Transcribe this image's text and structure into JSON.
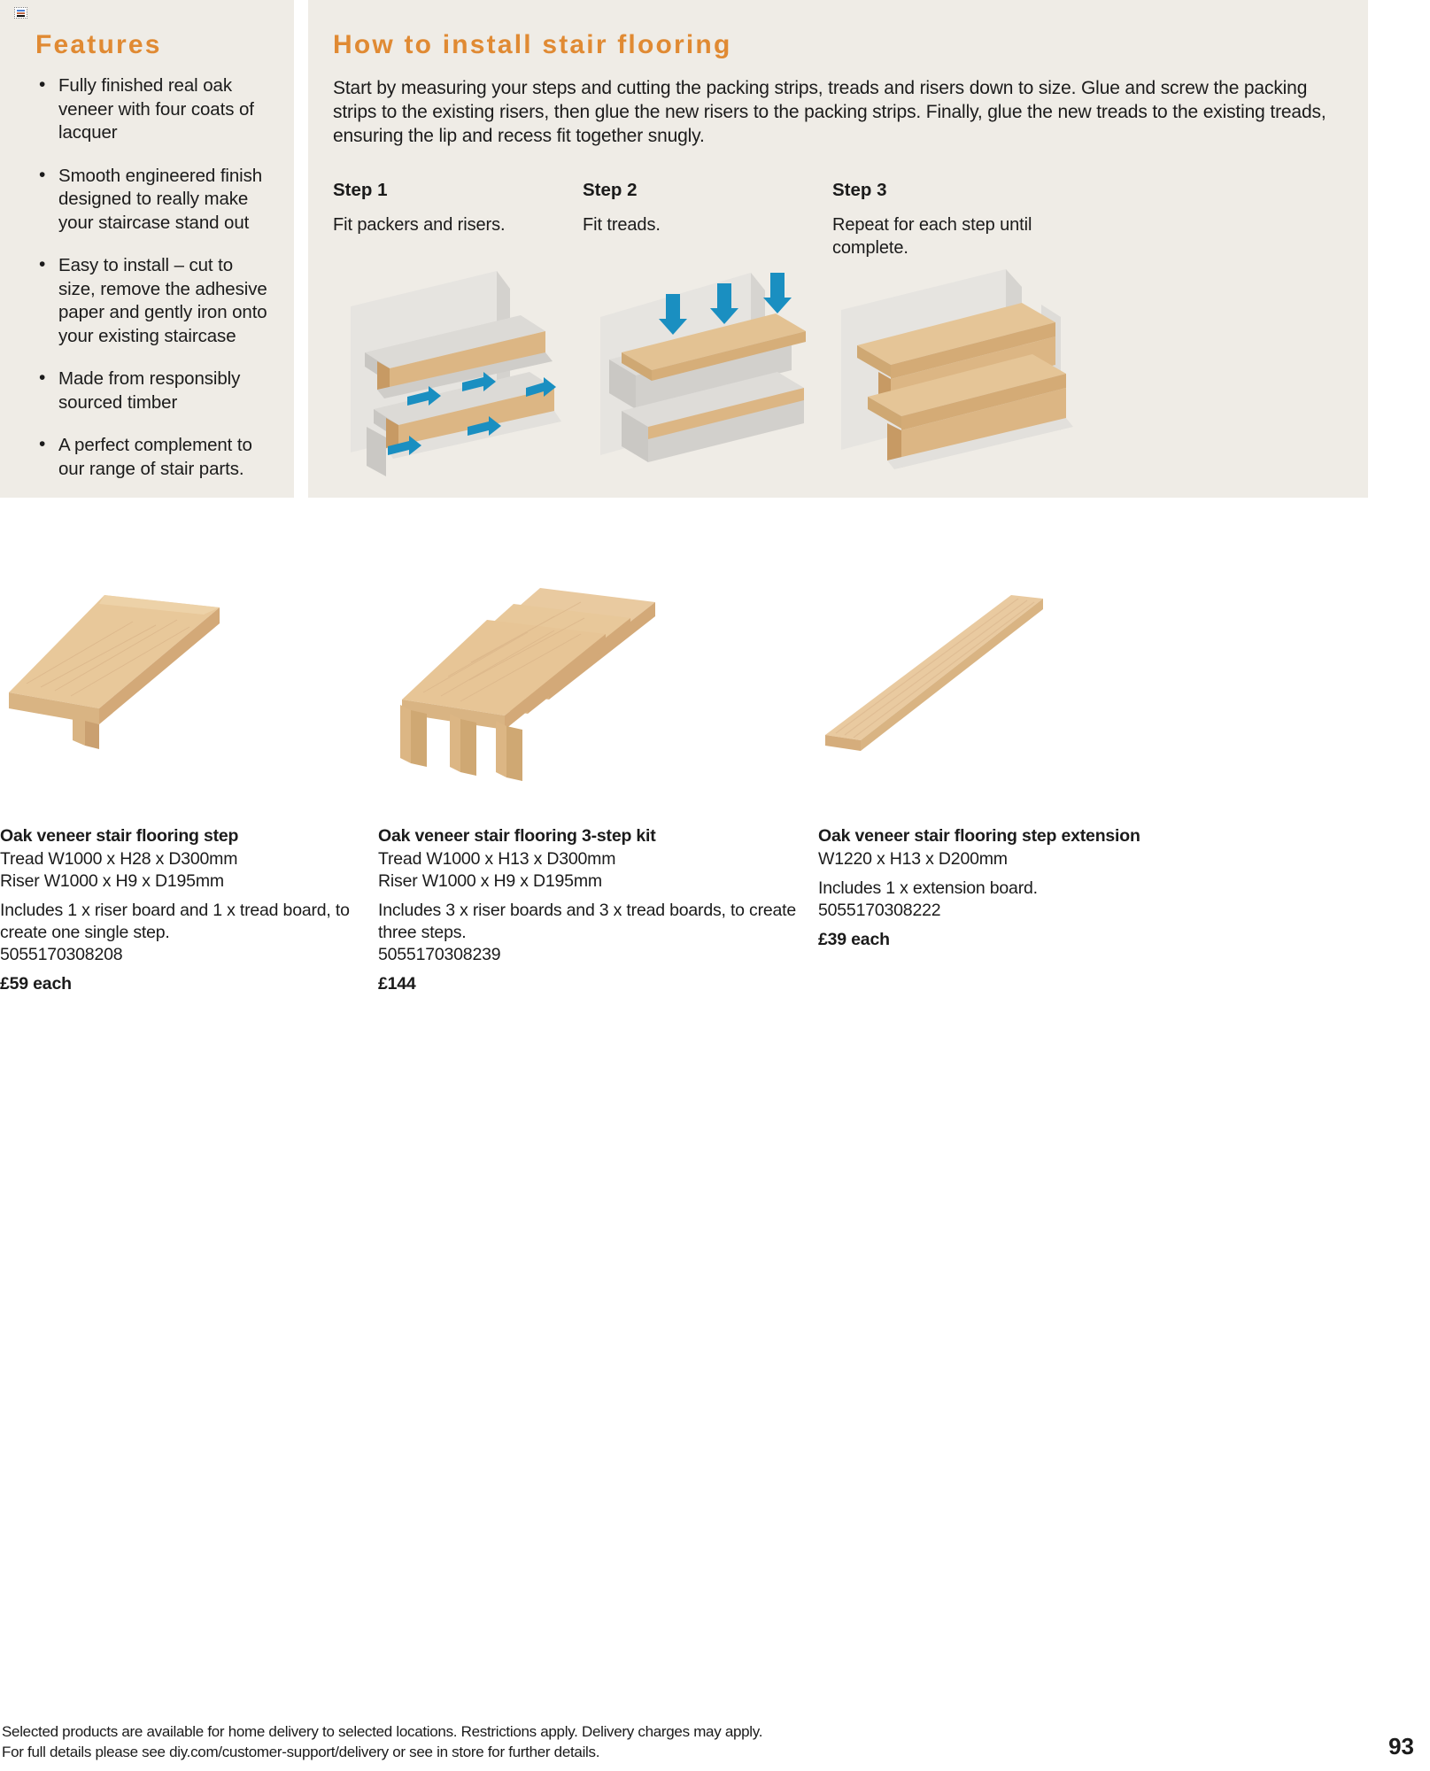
{
  "features": {
    "title": "Features",
    "items": [
      "Fully finished real oak veneer with four coats of lacquer",
      "Smooth engineered finish designed to really make your staircase stand out",
      "Easy to install – cut to size, remove the adhesive paper and gently iron onto your existing staircase",
      "Made from responsibly sourced timber",
      "A perfect complement to our range of stair parts."
    ]
  },
  "howto": {
    "title": "How to install stair flooring",
    "intro": "Start by measuring your steps and cutting the packing strips, treads and risers down to size. Glue and screw the packing strips to the existing risers, then glue the new risers to the packing strips. Finally, glue the new treads to the existing treads, ensuring the lip and recess fit together snugly.",
    "steps": [
      {
        "label": "Step 1",
        "desc": "Fit packers and risers."
      },
      {
        "label": "Step 2",
        "desc": "Fit treads."
      },
      {
        "label": "Step 3",
        "desc": "Repeat for each step until complete."
      }
    ]
  },
  "products": [
    {
      "name": "Oak veneer stair flooring step",
      "dim1": "Tread W1000 x H28 x D300mm",
      "dim2": "Riser W1000 x H9 x D195mm",
      "includes": "Includes 1 x riser board and 1 x tread board, to create one single step.",
      "code": "5055170308208",
      "price": "£59 each"
    },
    {
      "name": "Oak veneer stair flooring 3-step kit",
      "dim1": "Tread W1000 x H13 x D300mm",
      "dim2": "Riser W1000 x H9 x D195mm",
      "includes": "Includes 3 x riser boards and 3 x tread boards, to create three steps.",
      "code": "5055170308239",
      "price": "£144"
    },
    {
      "name": "Oak veneer stair flooring step extension",
      "dim1": "W1220 x H13 x D200mm",
      "dim2": "",
      "includes": "Includes 1 x extension board.",
      "code": "5055170308222",
      "price": "£39 each"
    }
  ],
  "footer": {
    "line1": "Selected products are available for home delivery to selected locations. Restrictions apply. Delivery charges may apply.",
    "line2": "For full details please see diy.com/customer-support/delivery or see in store for further details.",
    "page_number": "93"
  },
  "colors": {
    "accent": "#e08a33",
    "panel_bg": "#efece6",
    "arrow_blue": "#1a8fc1",
    "oak_light": "#e8c89a",
    "oak_mid": "#d9b483",
    "oak_dark": "#c79a64"
  }
}
